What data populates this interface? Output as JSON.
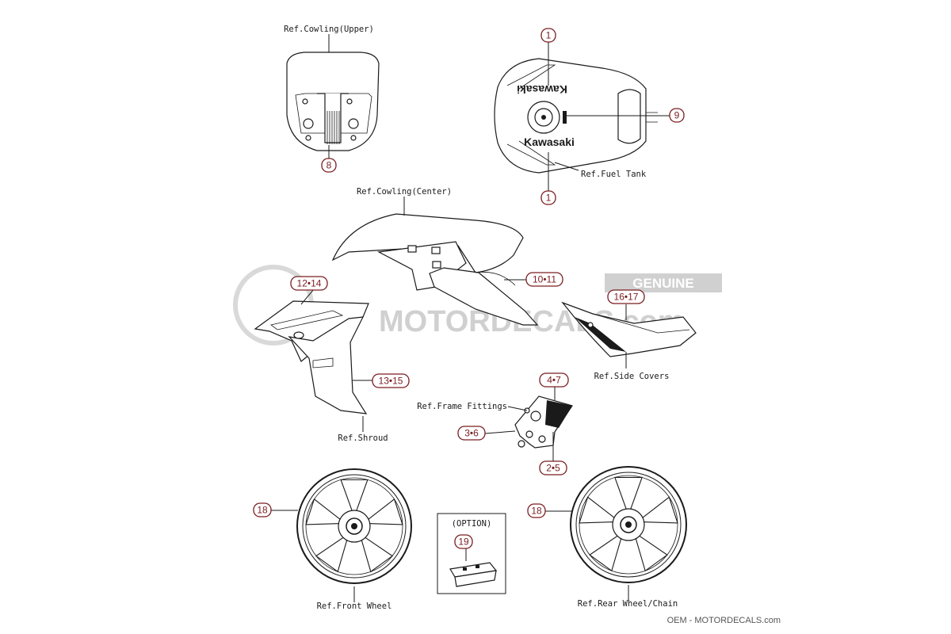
{
  "watermark": {
    "text": "MOTORDECALS.com",
    "badge": "GENUINE",
    "footer": "OEM - MOTORDECALS.com"
  },
  "refs": {
    "cowling_upper": "Ref.Cowling(Upper)",
    "fuel_tank": "Ref.Fuel Tank",
    "cowling_center": "Ref.Cowling(Center)",
    "side_covers": "Ref.Side Covers",
    "frame_fittings": "Ref.Frame Fittings",
    "shroud": "Ref.Shroud",
    "front_wheel": "Ref.Front Wheel",
    "rear_wheel": "Ref.Rear Wheel/Chain"
  },
  "tank_labels": {
    "top": "Kawasaki",
    "bottom": "Kawasaki"
  },
  "option_label": "(OPTION)",
  "callouts": {
    "c1_top": "1",
    "c1_bottom": "1",
    "c9": "9",
    "c8": "8",
    "c10_11": "10•11",
    "c12_14": "12•14",
    "c16_17": "16•17",
    "c13_15": "13•15",
    "c4_7": "4•7",
    "c3_6": "3•6",
    "c2_5": "2•5",
    "c18_front": "18",
    "c18_rear": "18",
    "c19": "19"
  }
}
